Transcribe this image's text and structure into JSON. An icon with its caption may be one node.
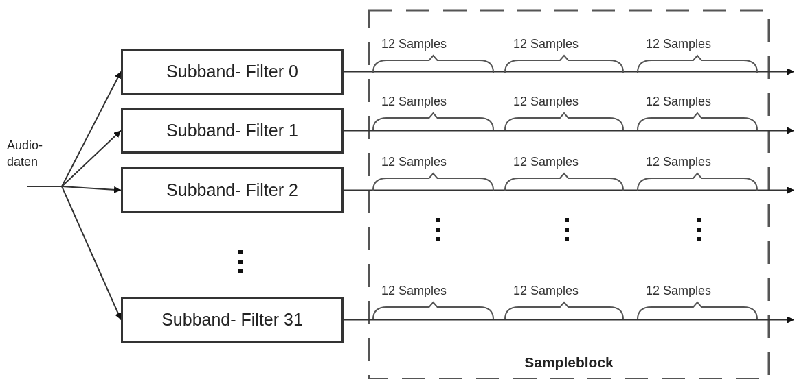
{
  "diagram": {
    "nodes": [
      {
        "text": [
          "Audio- daten"
        ]
      },
      {
        "text": [
          "Subband- Filter 0"
        ]
      },
      {
        "text": [
          "Subband- Filter 1"
        ]
      },
      {
        "text": [
          "Subband- Filter 2"
        ]
      },
      {
        "text": [
          "Subband- Filter 31"
        ]
      },
      {
        "text": [
          "Sampleblock"
        ]
      }
    ],
    "edges": [
      {
        "from": 0,
        "to": 1,
        "arrow": "to"
      },
      {
        "from": 0,
        "to": 2,
        "arrow": "to"
      },
      {
        "from": 0,
        "to": 3,
        "arrow": "to"
      },
      {
        "from": 0,
        "to": 4,
        "arrow": "to"
      },
      {
        "from": 1,
        "to": null,
        "arrow": "to"
      },
      {
        "from": 2,
        "to": null,
        "arrow": "to"
      },
      {
        "from": 3,
        "to": null,
        "arrow": "to"
      },
      {
        "from": 4,
        "to": null,
        "arrow": "to"
      }
    ],
    "labels": [
      "12 Samples",
      "12 Samples",
      "12 Samples",
      "12 Samples",
      "12 Samples",
      "12 Samples",
      "12 Samples",
      "12 Samples",
      "12 Samples",
      "12 Samples",
      "12 Samples",
      "12 Samples"
    ]
  }
}
